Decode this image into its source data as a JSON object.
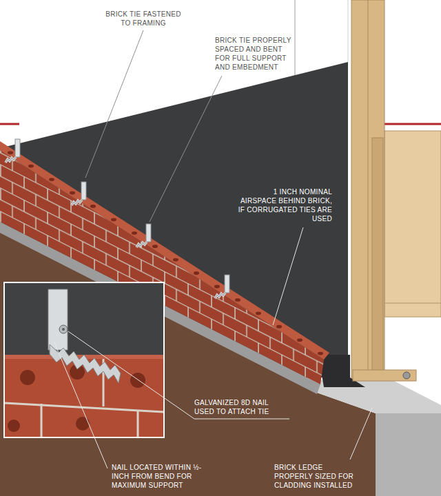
{
  "diagram": {
    "labels": [
      "BRICK TIE FASTENED TO FRAMING",
      "BRICK TIE PROPERLY SPACED AND BENT FOR FULL SUPPORT AND EMBEDMENT",
      "1 INCH NOMINAL AIRSPACE BEHIND BRICK, IF CORRUGATED TIES ARE USED",
      "GALVANIZED 8D NAIL USED TO ATTACH TIE",
      "NAIL LOCATED WITHIN ½-INCH FROM BEND FOR MAXIMUM SUPPORT",
      "BRICK LEDGE PROPERLY SIZED FOR CLADDING INSTALLED"
    ]
  }
}
